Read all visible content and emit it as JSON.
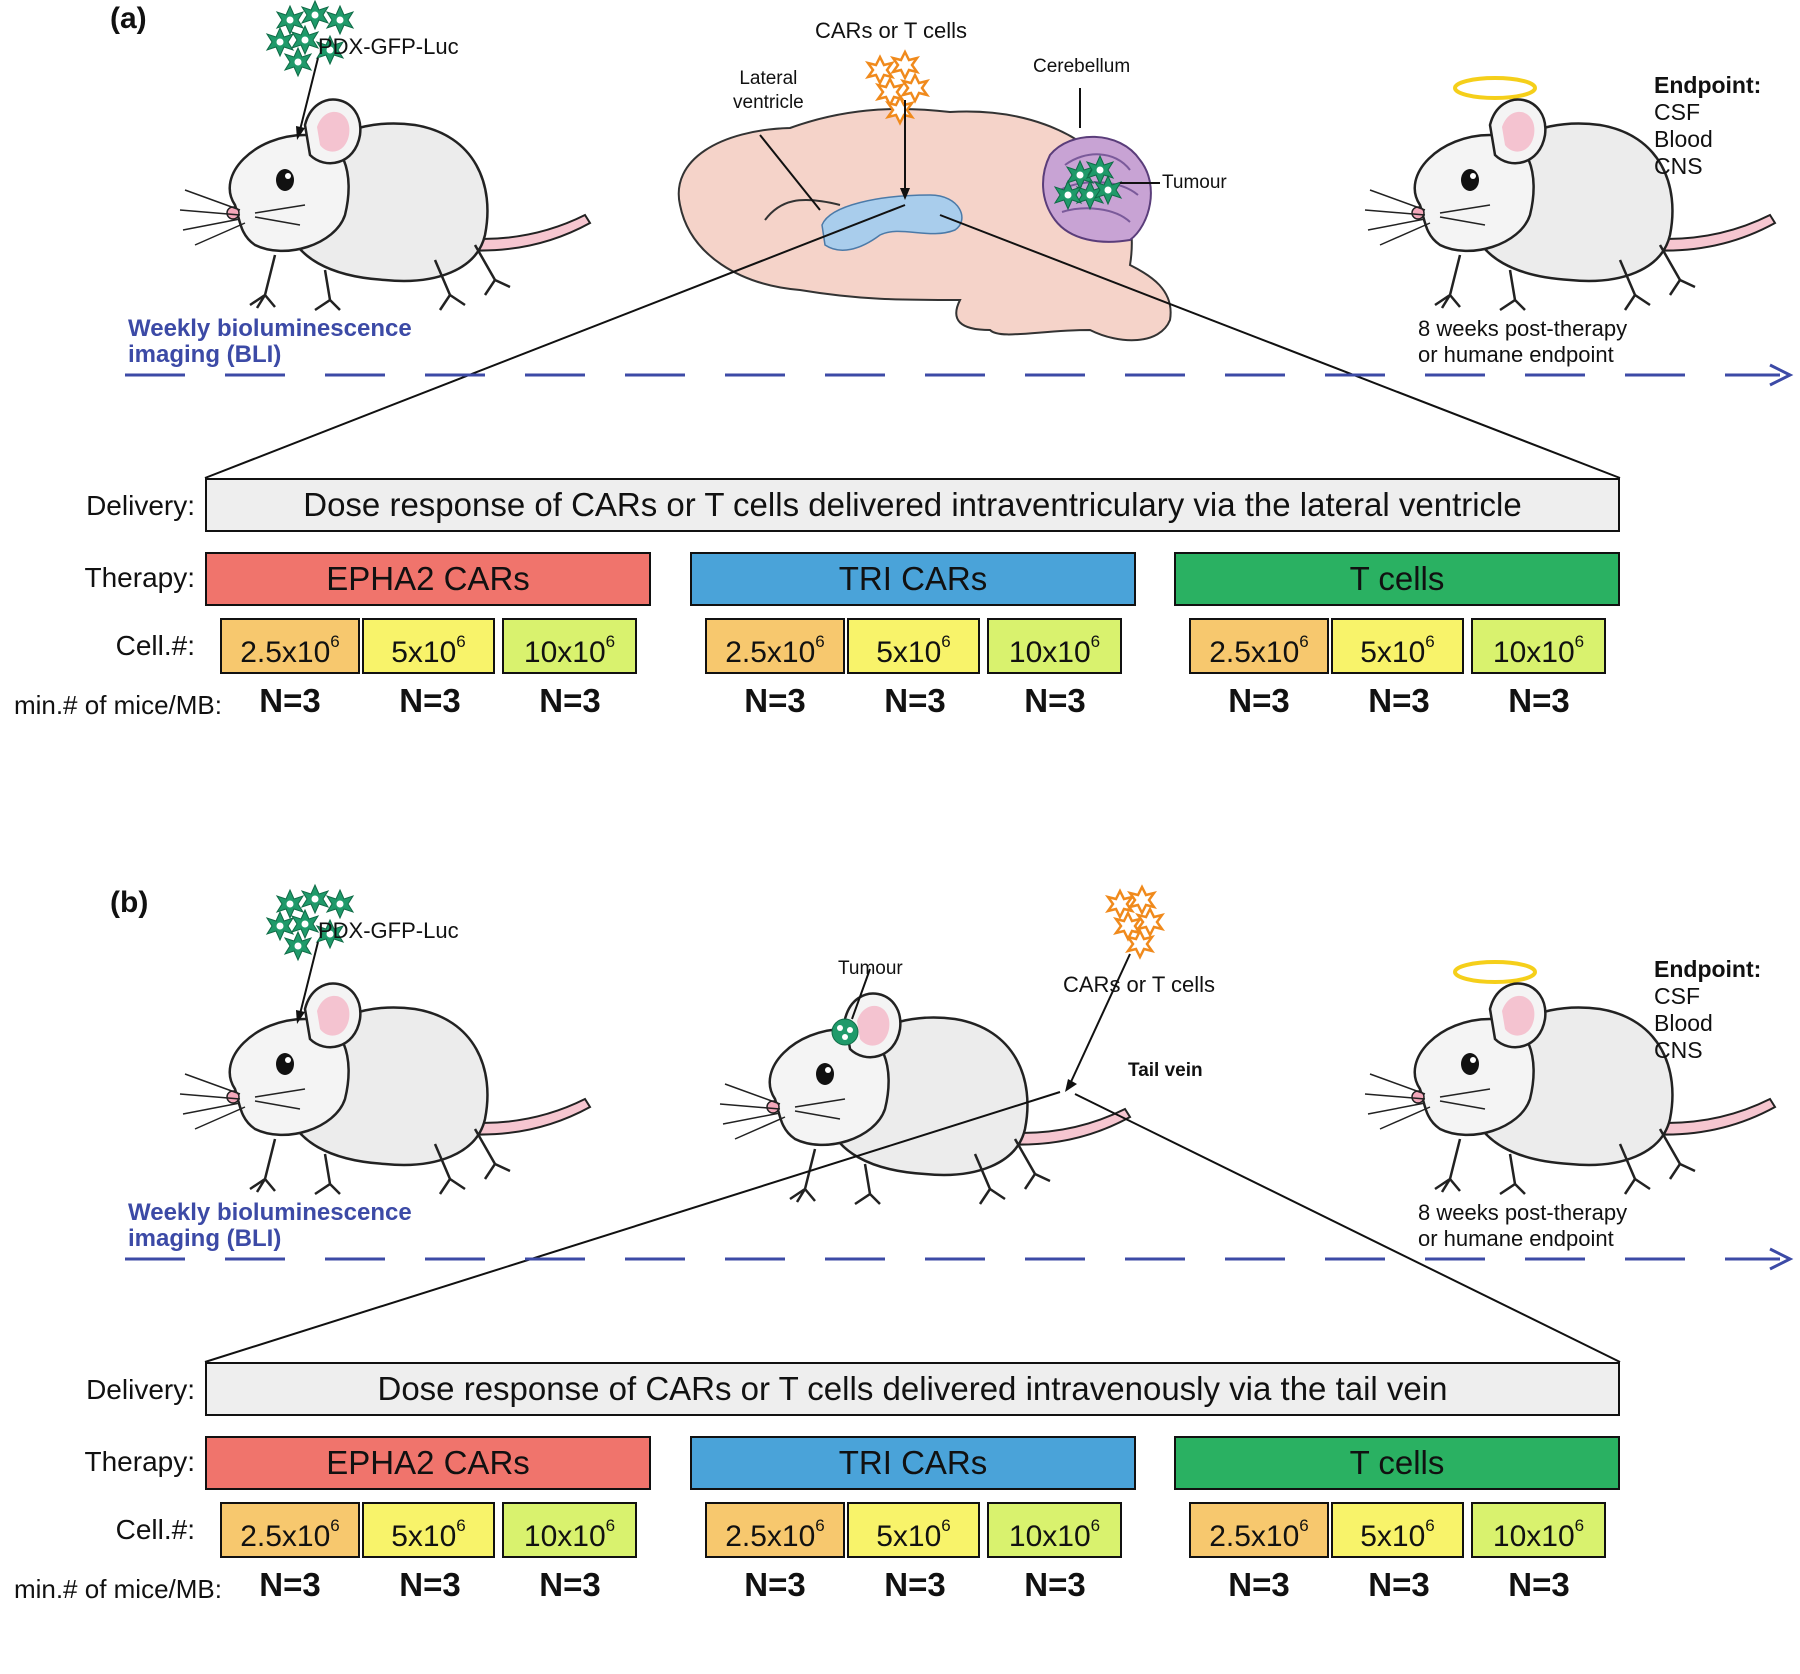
{
  "colors": {
    "timeline": "#3c4aa6",
    "epha2": "#f0746c",
    "tri": "#4aa3d9",
    "tcells": "#2ab162",
    "dose_low": "#f7c86e",
    "dose_mid": "#f8f36a",
    "dose_high": "#d9f26e",
    "delivery_bg": "#eeeeee",
    "tumour": "#1f9a6a",
    "car_cells": "#f08a1c",
    "halo": "#f5cf1a"
  },
  "panels": [
    {
      "label": "(a)",
      "pdx_label": "PDX-GFP-Luc",
      "timeline_label_1": "Weekly bioluminescence",
      "timeline_label_2": "imaging (BLI)",
      "injection_label": "CARs or T cells",
      "lateral_label_1": "Lateral",
      "lateral_label_2": "ventricle",
      "cerebellum_label": "Cerebellum",
      "tumour_label": "Tumour",
      "endpoint_title": "Endpoint:",
      "endpoint_items": [
        "CSF",
        "Blood",
        "CNS"
      ],
      "post_label_1": "8 weeks post-therapy",
      "post_label_2": "or humane endpoint",
      "delivery_label": "Delivery:",
      "delivery_text": "Dose response of CARs or T cells delivered intraventriculary via the lateral ventricle",
      "therapy_label": "Therapy:",
      "cell_label": "Cell.#:",
      "mice_label": "min.# of mice/MB:",
      "therapies": [
        "EPHA2 CARs",
        "TRI CARs",
        "T cells"
      ],
      "doses": [
        {
          "base": "2.5x10",
          "exp": "6"
        },
        {
          "base": "5x10",
          "exp": "6"
        },
        {
          "base": "10x10",
          "exp": "6"
        }
      ],
      "n_value": "N=3"
    },
    {
      "label": "(b)",
      "pdx_label": "PDX-GFP-Luc",
      "timeline_label_1": "Weekly bioluminescence",
      "timeline_label_2": "imaging (BLI)",
      "injection_label": "CARs or T cells",
      "tumour_label": "Tumour",
      "tailvein_label": "Tail vein",
      "endpoint_title": "Endpoint:",
      "endpoint_items": [
        "CSF",
        "Blood",
        "CNS"
      ],
      "post_label_1": "8 weeks post-therapy",
      "post_label_2": "or humane endpoint",
      "delivery_label": "Delivery:",
      "delivery_text": "Dose response of CARs or T cells delivered intravenously via the tail vein",
      "therapy_label": "Therapy:",
      "cell_label": "Cell.#:",
      "mice_label": "min.# of mice/MB:",
      "therapies": [
        "EPHA2 CARs",
        "TRI CARs",
        "T cells"
      ],
      "doses": [
        {
          "base": "2.5x10",
          "exp": "6"
        },
        {
          "base": "5x10",
          "exp": "6"
        },
        {
          "base": "10x10",
          "exp": "6"
        }
      ],
      "n_value": "N=3"
    }
  ]
}
